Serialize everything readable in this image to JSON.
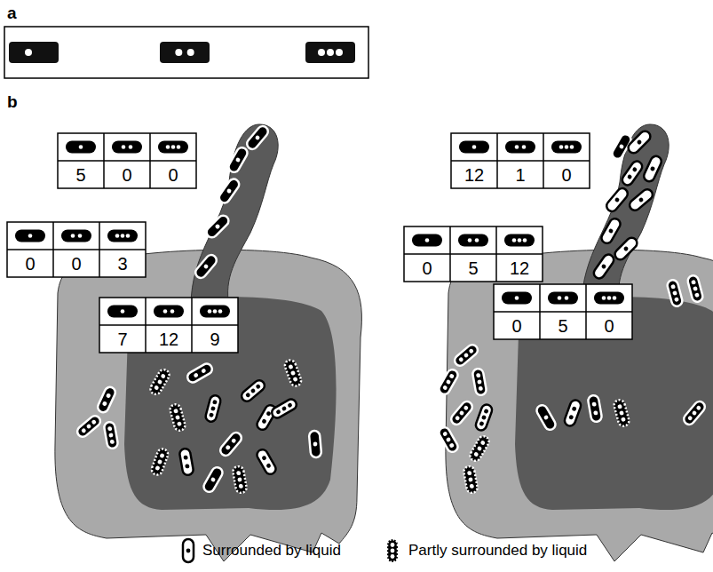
{
  "diagram": {
    "labels": [
      "a",
      "b",
      "5",
      "0",
      "0",
      "0",
      "0",
      "3",
      "7",
      "12",
      "9",
      "12",
      "1",
      "0",
      "0",
      "5",
      "12",
      "0",
      "5",
      "0"
    ],
    "legend": [
      {
        "text": "Surrounded by liquid"
      },
      {
        "text": "Partly surrounded by liquid"
      }
    ]
  }
}
